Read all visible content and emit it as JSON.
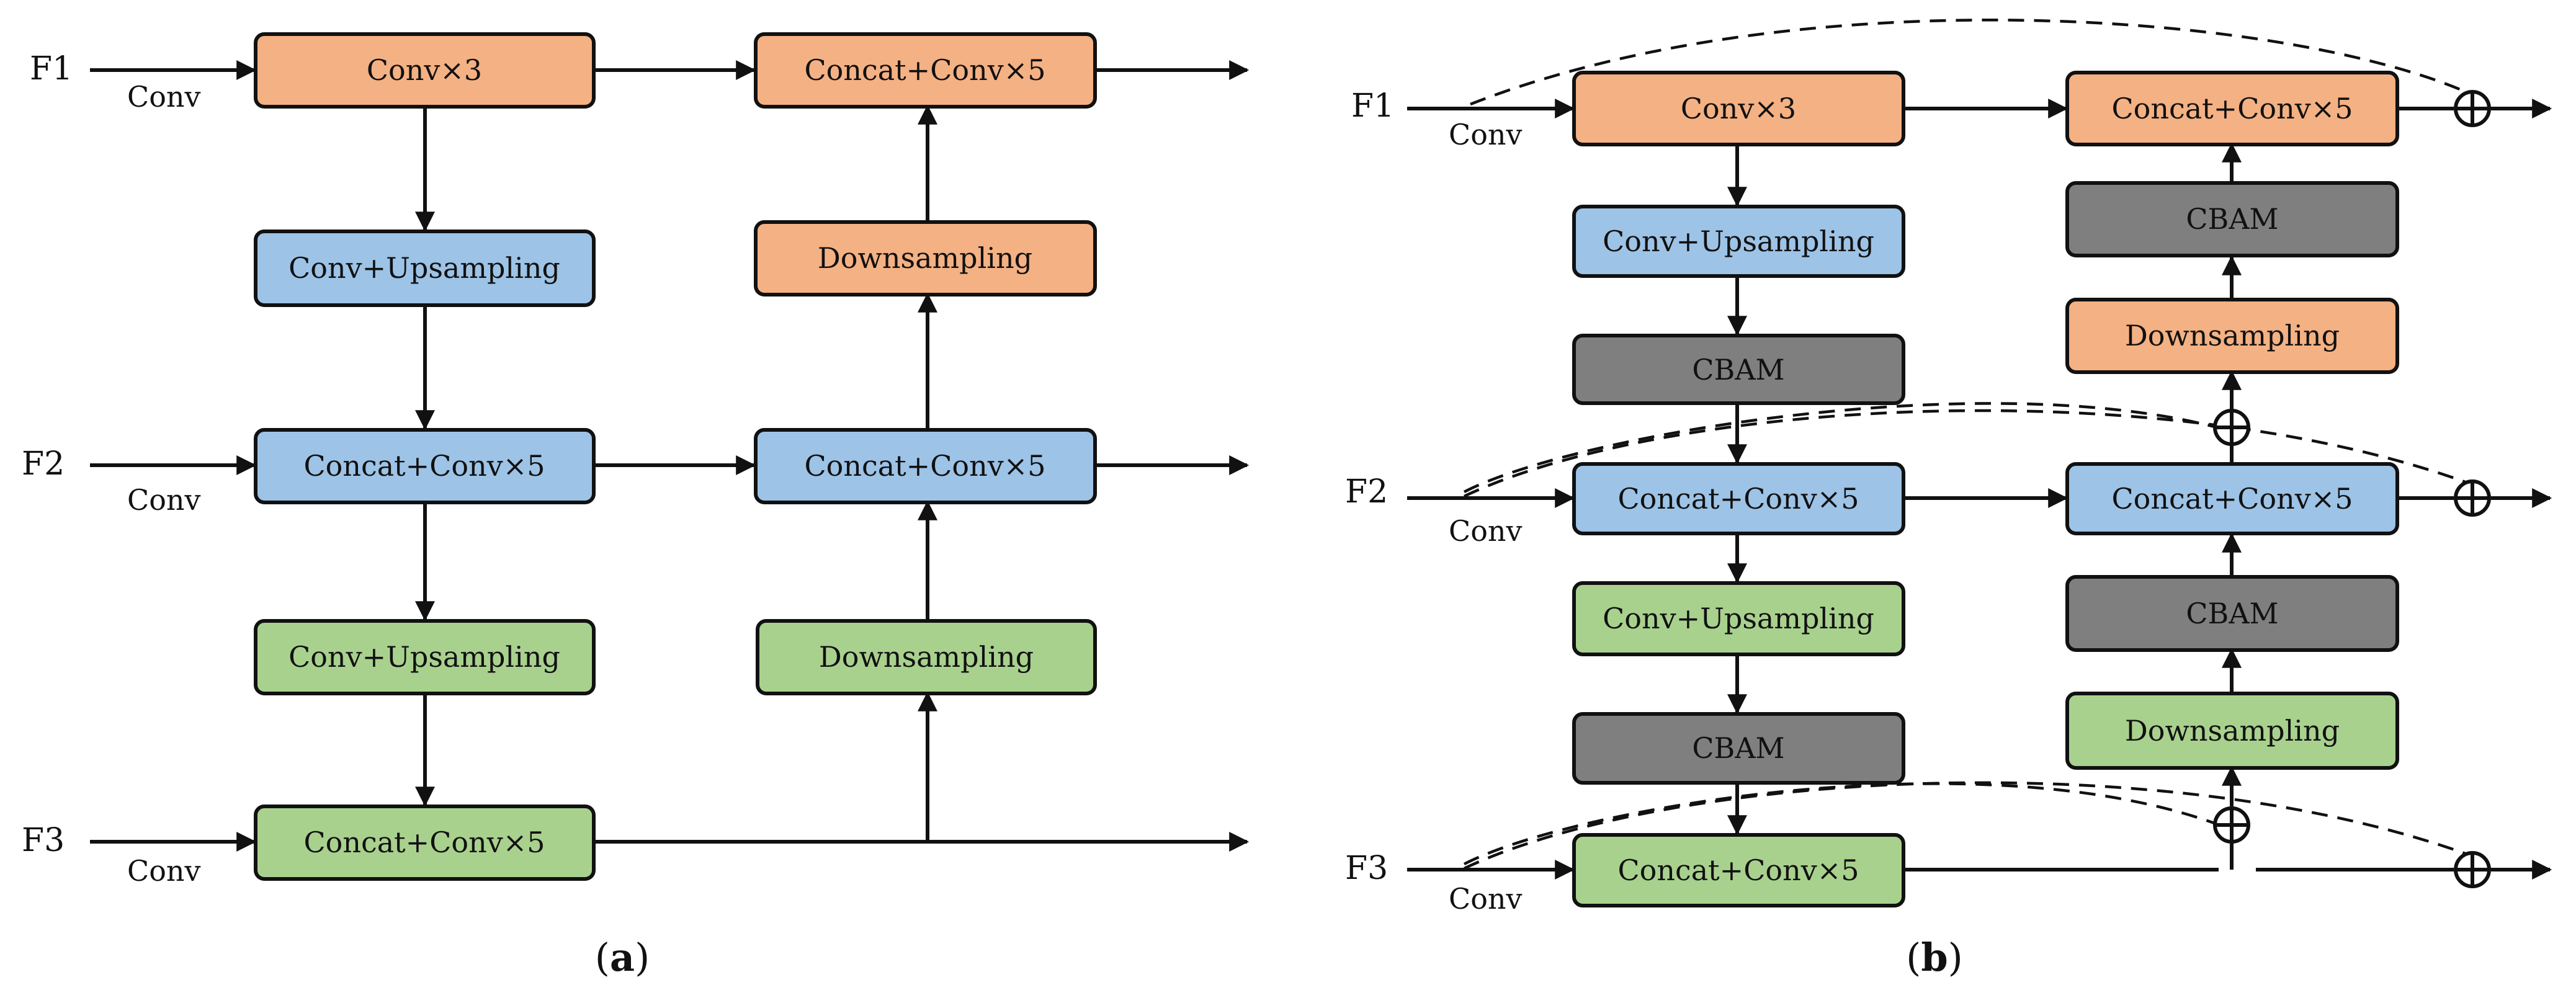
{
  "labels": {
    "f1": "F1",
    "f2": "F2",
    "f3": "F3",
    "conv": "Conv",
    "caption_a_open": "(",
    "caption_a_letter": "a",
    "caption_a_close": ")",
    "caption_b_open": "(",
    "caption_b_letter": "b",
    "caption_b_close": ")"
  },
  "colors": {
    "orange": "#F4B183",
    "blue": "#9DC3E6",
    "green": "#A9D18E",
    "gray": "#7F7F7F",
    "stroke": "#111111"
  },
  "panel_a": {
    "conv3": "Conv×3",
    "concat_conv5_top": "Concat+Conv×5",
    "conv_upsampling_blue": "Conv+Upsampling",
    "downsampling_orange": "Downsampling",
    "concat_conv5_mid_left": "Concat+Conv×5",
    "concat_conv5_mid_right": "Concat+Conv×5",
    "conv_upsampling_green": "Conv+Upsampling",
    "downsampling_green": "Downsampling",
    "concat_conv5_bottom": "Concat+Conv×5"
  },
  "panel_b": {
    "conv3": "Conv×3",
    "concat_conv5_top": "Concat+Conv×5",
    "cbam_top_right": "CBAM",
    "conv_upsampling_blue": "Conv+Upsampling",
    "downsampling_orange": "Downsampling",
    "cbam_left_1": "CBAM",
    "concat_conv5_mid_left": "Concat+Conv×5",
    "concat_conv5_mid_right": "Concat+Conv×5",
    "conv_upsampling_green": "Conv+Upsampling",
    "cbam_mid_right": "CBAM",
    "cbam_left_2": "CBAM",
    "downsampling_green": "Downsampling",
    "concat_conv5_bottom": "Concat+Conv×5"
  }
}
